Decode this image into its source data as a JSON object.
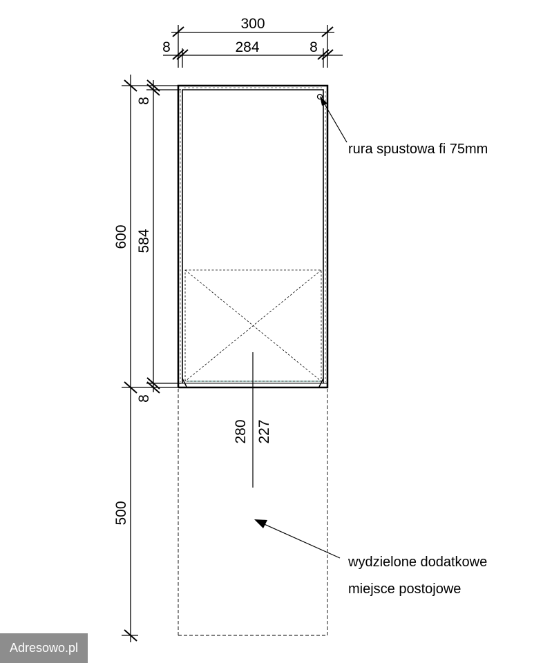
{
  "dimensions": {
    "top_total": "300",
    "top_inner": "284",
    "top_wall_left": "8",
    "top_wall_right": "8",
    "side_total": "600",
    "side_inner": "584",
    "side_wall_top": "8",
    "side_wall_bottom": "8",
    "extra_space_length": "500",
    "door_width": "280",
    "door_clear": "227"
  },
  "annotations": {
    "drain_pipe": "rura spustowa fi 75mm",
    "extra_space_line1": "wydzielone dodatkowe",
    "extra_space_line2": "miejsce postojowe"
  },
  "watermark": "Adresowo.pl"
}
